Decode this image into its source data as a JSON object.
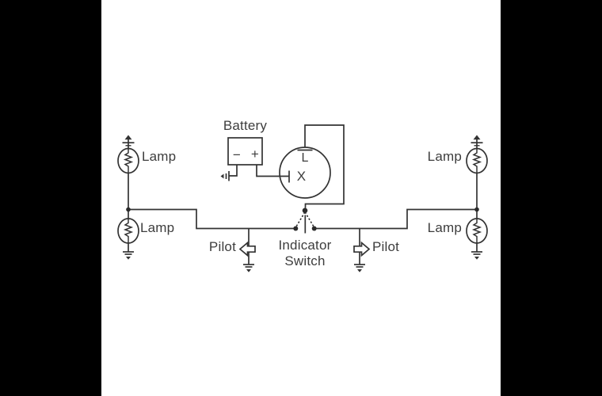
{
  "background": {
    "letterbox_color": "#000000",
    "canvas_color": "#ffffff"
  },
  "diagram": {
    "battery": {
      "label": "Battery",
      "negative": "−",
      "positive": "+"
    },
    "flasher_unit": {
      "terminal_l": "L",
      "terminal_x": "X"
    },
    "indicator_switch": {
      "label_line1": "Indicator",
      "label_line2": "Switch"
    },
    "lamps": {
      "top_left": "Lamp",
      "bottom_left": "Lamp",
      "top_right": "Lamp",
      "bottom_right": "Lamp"
    },
    "pilots": {
      "left": "Pilot",
      "right": "Pilot"
    },
    "colors": {
      "line": "#333333",
      "text": "#3d3d3d"
    }
  }
}
